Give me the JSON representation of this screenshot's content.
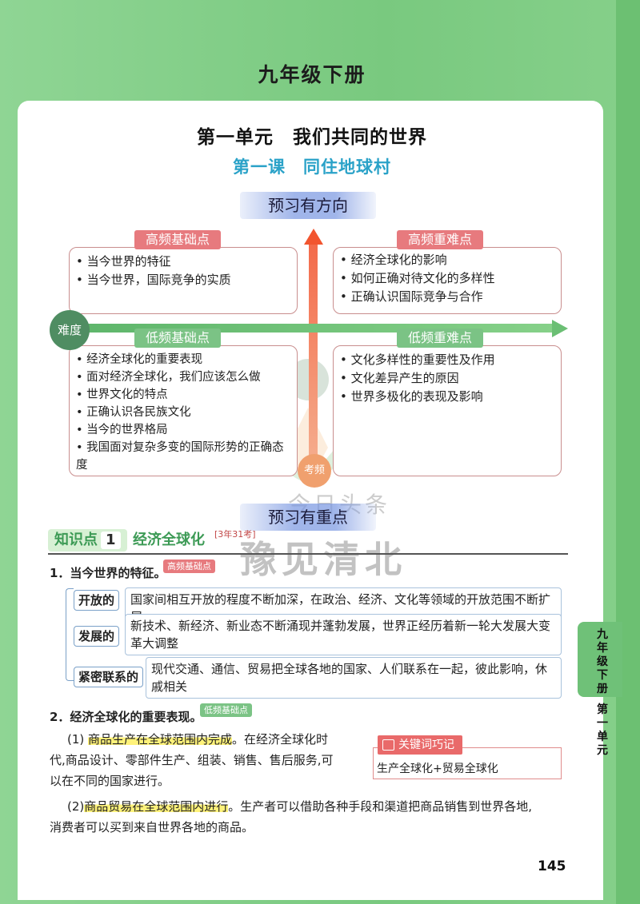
{
  "header": {
    "grade": "九年级下册"
  },
  "unit_title": "第一单元　我们共同的世界",
  "lesson_title": "第一课　同住地球村",
  "preview": {
    "banner1": "预习有方向",
    "axis_difficulty": "难度",
    "axis_exam": "考频",
    "high_basic": {
      "label": "高频基础点",
      "items": [
        "当今世界的特征",
        "当今世界，国际竞争的实质"
      ]
    },
    "high_hard": {
      "label": "高频重难点",
      "items": [
        "经济全球化的影响",
        "如何正确对待文化的多样性",
        "正确认识国际竞争与合作"
      ]
    },
    "low_basic": {
      "label": "低频基础点",
      "items": [
        "经济全球化的重要表现",
        "面对经济全球化，我们应该怎么做",
        "世界文化的特点",
        "正确认识各民族文化",
        "当今的世界格局",
        "我国面对复杂多变的国际形势的正确态度"
      ]
    },
    "low_hard": {
      "label": "低频重难点",
      "items": [
        "文化多样性的重要性及作用",
        "文化差异产生的原因",
        "世界多极化的表现及影响"
      ]
    },
    "banner2": "预习有重点"
  },
  "watermark": {
    "line1": "今日头条",
    "line2": "豫见清北"
  },
  "knowledge": {
    "head": "知识点",
    "num": "1",
    "title": "经济全球化",
    "sup": "[3年31考]",
    "q1": {
      "title": "1．当今世界的特征。",
      "tag": "高频基础点"
    },
    "features": [
      {
        "label": "开放的",
        "text": "国家间相互开放的程度不断加深，在政治、经济、文化等领域的开放范围不断扩展"
      },
      {
        "label": "发展的",
        "text": "新技术、新经济、新业态不断涌现并蓬勃发展，世界正经历着新一轮大发展大变革大调整"
      },
      {
        "label": "紧密联系的",
        "text": "现代交通、通信、贸易把全球各地的国家、人们联系在一起，彼此影响，休戚相关"
      }
    ],
    "q2": {
      "title": "2．经济全球化的重要表现。",
      "tag": "低频基础点"
    },
    "p1": {
      "prefix": "(1)",
      "highlight": "商品生产在全球范围内完成",
      "rest1": "。在经济全球化时",
      "line2": "代,商品设计、零部件生产、组装、销售、售后服务,可",
      "line3": "以在不同的国家进行。"
    },
    "p2": {
      "prefix": "(2)",
      "highlight": "商品贸易在全球范围内进行",
      "rest1": "。生产者可以借助各种手段和渠道把商品销售到世界各地,",
      "line2": "消费者可以买到来自世界各地的商品。"
    },
    "keyword": {
      "label": "关键词巧记",
      "text": "生产全球化+贸易全球化"
    }
  },
  "side_tab": {
    "grade": "九年级下册",
    "unit": "第一单元"
  },
  "page_number": "145",
  "colors": {
    "background": "#7fcf86",
    "accent_blue": "#2aa2c8",
    "red_tag": "#e77a7e",
    "green_tag": "#7bc385"
  }
}
